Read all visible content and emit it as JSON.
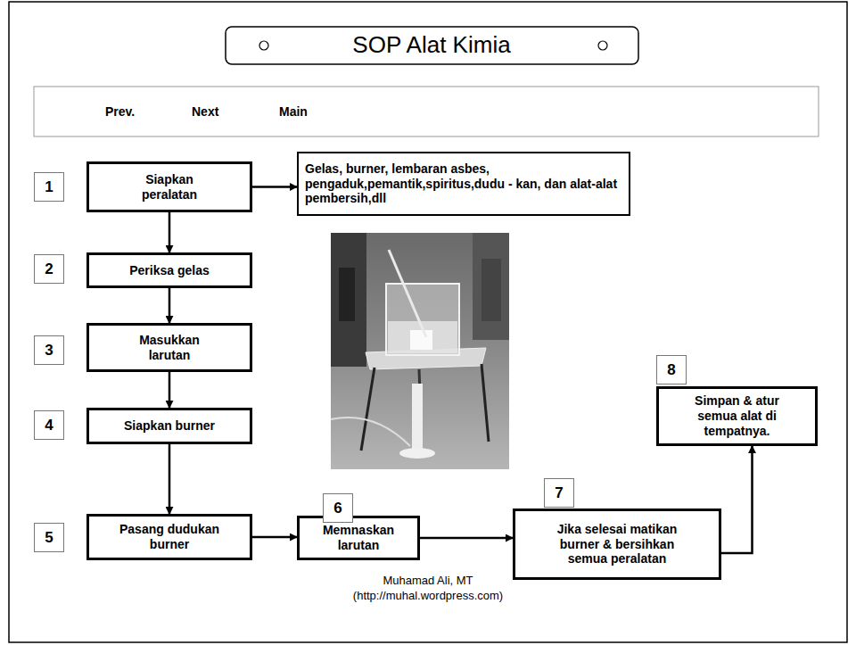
{
  "diagram": {
    "title": "SOP Alat Kimia",
    "nodes": [
      {
        "text": [
          "Siapkan peralatan"
        ]
      },
      {
        "text": [
          "Gelas, burner, lembaran asbes, pengaduk,pemantik,spiritus,dudu - kan, dan alat-alat pembersih,dll"
        ]
      },
      {
        "text": [
          "Periksa gelas"
        ]
      },
      {
        "text": [
          "Masukkan larutan"
        ]
      },
      {
        "text": [
          "Siapkan burner"
        ]
      },
      {
        "text": [
          "Pasang dudukan burner"
        ]
      },
      {
        "text": [
          "Memnaskan larutan"
        ]
      },
      {
        "text": [
          "Jika selesai matikan burner & bersihkan semua peralatan"
        ]
      },
      {
        "text": [
          "Simpan & atur semua alat di tempatnya."
        ]
      }
    ],
    "edges": [
      {
        "from": 0,
        "to": 1,
        "arrow": "to"
      },
      {
        "from": 0,
        "to": 2,
        "arrow": "to"
      },
      {
        "from": 2,
        "to": 3,
        "arrow": "to"
      },
      {
        "from": 3,
        "to": 4,
        "arrow": "to"
      },
      {
        "from": 4,
        "to": 5,
        "arrow": "to"
      },
      {
        "from": 5,
        "to": 6,
        "arrow": "to"
      },
      {
        "from": 6,
        "to": 7,
        "arrow": "to"
      },
      {
        "from": 7,
        "to": 8,
        "arrow": "to"
      }
    ],
    "labels": [
      "Prev.",
      "Next",
      "Main",
      "1",
      "2",
      "3",
      "4",
      "5",
      "6",
      "7",
      "8",
      "Muhamad Ali, MT",
      "(http://muhal.wordpress.com)"
    ]
  }
}
